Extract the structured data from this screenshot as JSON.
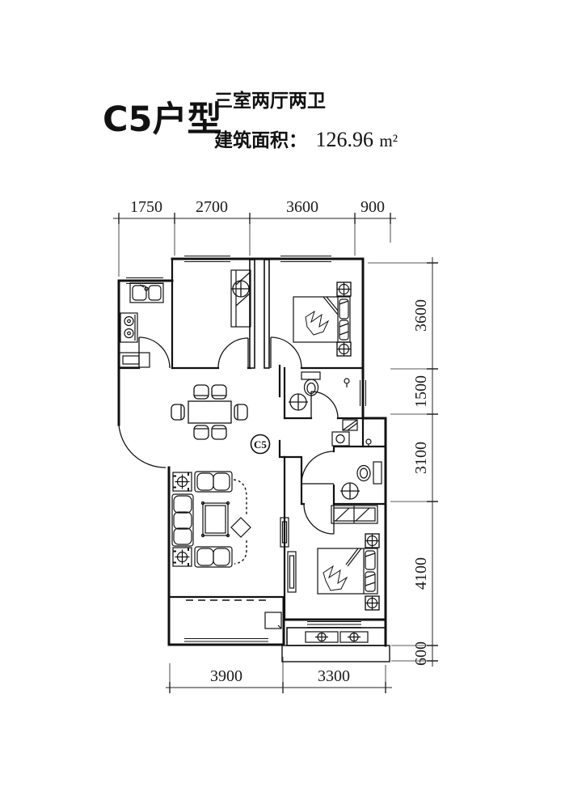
{
  "header": {
    "unit_name": "C5户型",
    "layout_type": "三室两厅两卫",
    "area_prefix": "建筑面积：",
    "area_value": "126.96",
    "area_unit": "m²"
  },
  "plan_label": "C5",
  "dimensions": {
    "top": [
      "1750",
      "2700",
      "3600",
      "900"
    ],
    "right": [
      "3600",
      "1500",
      "3100",
      "4100",
      "600"
    ],
    "bottom": [
      "3900",
      "3300"
    ]
  },
  "icons": {
    "lamp": "lamp-icon",
    "drain": "floor-drain-icon",
    "flower": "plant-icon"
  },
  "colors": {
    "line": "#111111",
    "background": "#ffffff"
  }
}
